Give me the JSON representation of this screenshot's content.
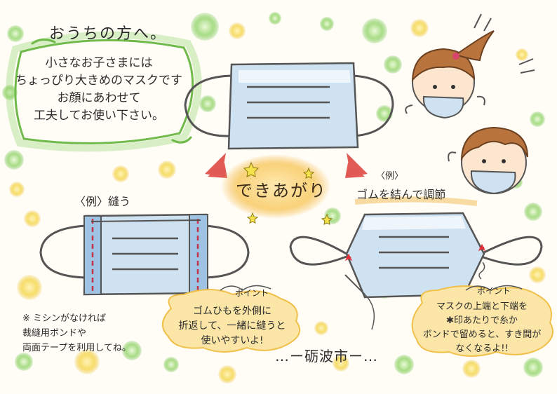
{
  "title": "おうちの方へ。",
  "note_lines": [
    "小さなお子さまには",
    "ちょっぴり大きめのマスクです",
    "お顔にあわせて",
    "工夫してお使い下さい。"
  ],
  "finished_label": "できあがり",
  "example_sew_label": "〈例〉縫う",
  "example_tie_tag": "〈例〉",
  "example_tie_label": "ゴムを結んで調節",
  "point_label": "ポイント",
  "left_tip_lines": [
    "ゴムひもを外側に",
    "折返して、一緒に縫うと",
    "使いやすいよ!"
  ],
  "right_tip_lines": [
    "マスクの上端と下端を",
    "✱印あたりで糸か",
    "ボンドで留めると、すき間が",
    "なくなるよ!!"
  ],
  "side_note_lines": [
    "※ ミシンがなければ",
    "裁縫用ボンドや",
    "両面テープを利用してね。"
  ],
  "city_label": "…ー砺波市ー…",
  "colors": {
    "mask_fill": "#cfe2f1",
    "mask_shade": "#9fc3e2",
    "green_dot": "#a9dd86",
    "yellow_dot": "#f6dd6a",
    "arrow": "#e25a55",
    "stitch": "#c8314a",
    "bubble": "#fbe6a8"
  }
}
